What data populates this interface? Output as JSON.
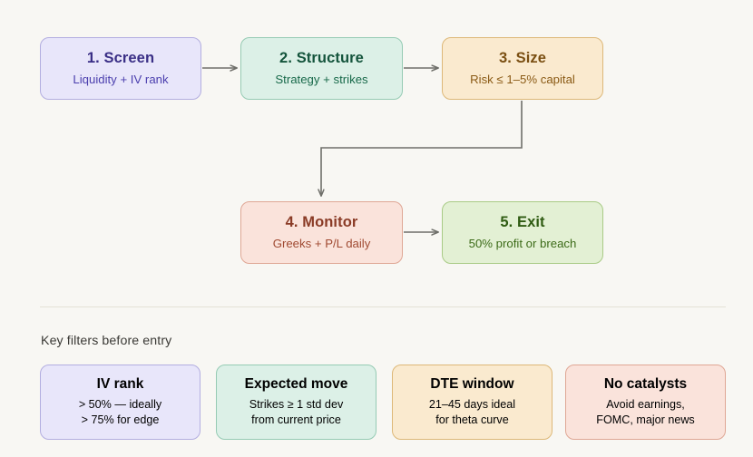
{
  "page": {
    "background": "#f8f7f3"
  },
  "flow": {
    "nodes": [
      {
        "id": "screen",
        "title": "1. Screen",
        "subtitle": "Liquidity + IV rank",
        "fill": "#e8e6fa",
        "border": "#b3aee0",
        "title_color": "#3a2f86",
        "sub_color": "#4b3fae"
      },
      {
        "id": "structure",
        "title": "2. Structure",
        "subtitle": "Strategy + strikes",
        "fill": "#dcf0e7",
        "border": "#96cbb4",
        "title_color": "#14543c",
        "sub_color": "#18694a"
      },
      {
        "id": "size",
        "title": "3. Size",
        "subtitle": "Risk ≤ 1–5% capital",
        "fill": "#faeacf",
        "border": "#ddb878",
        "title_color": "#7a4f12",
        "sub_color": "#8a5a15"
      },
      {
        "id": "monitor",
        "title": "4. Monitor",
        "subtitle": "Greeks + P/L daily",
        "fill": "#fae3db",
        "border": "#dfa795",
        "title_color": "#8a3b26",
        "sub_color": "#a04a32"
      },
      {
        "id": "exit",
        "title": "5. Exit",
        "subtitle": "50% profit or breach",
        "fill": "#e3f0d4",
        "border": "#a9cb86",
        "title_color": "#2f5b12",
        "sub_color": "#3c6b18"
      }
    ],
    "connectors": [
      {
        "id": "screen-to-structure",
        "kind": "arrow-right"
      },
      {
        "id": "structure-to-size",
        "kind": "arrow-right"
      },
      {
        "id": "size-to-monitor",
        "kind": "elbow-down-left-down"
      },
      {
        "id": "monitor-to-exit",
        "kind": "arrow-right"
      }
    ],
    "connector_color": "#6f6f6a"
  },
  "filters": {
    "heading": "Key filters before entry",
    "divider_color": "#e4e1d7",
    "cards": [
      {
        "id": "iv-rank",
        "title": "IV rank",
        "line1": "> 50% — ideally",
        "line2": "> 75% for edge",
        "fill": "#e8e6fa",
        "border": "#b3aee0",
        "title_color": "#3a2f86",
        "sub_color": "#4b3fae"
      },
      {
        "id": "expected-move",
        "title": "Expected move",
        "line1": "Strikes ≥ 1 std dev",
        "line2": "from current price",
        "fill": "#dcf0e7",
        "border": "#96cbb4",
        "title_color": "#14543c",
        "sub_color": "#18694a"
      },
      {
        "id": "dte-window",
        "title": "DTE window",
        "line1": "21–45 days ideal",
        "line2": "for theta curve",
        "fill": "#faeacf",
        "border": "#ddb878",
        "title_color": "#7a4f12",
        "sub_color": "#8a5a15"
      },
      {
        "id": "no-catalysts",
        "title": "No catalysts",
        "line1": "Avoid earnings,",
        "line2": "FOMC, major news",
        "fill": "#fae3db",
        "border": "#dfa795",
        "title_color": "#8a3b26",
        "sub_color": "#a04a32"
      }
    ]
  }
}
